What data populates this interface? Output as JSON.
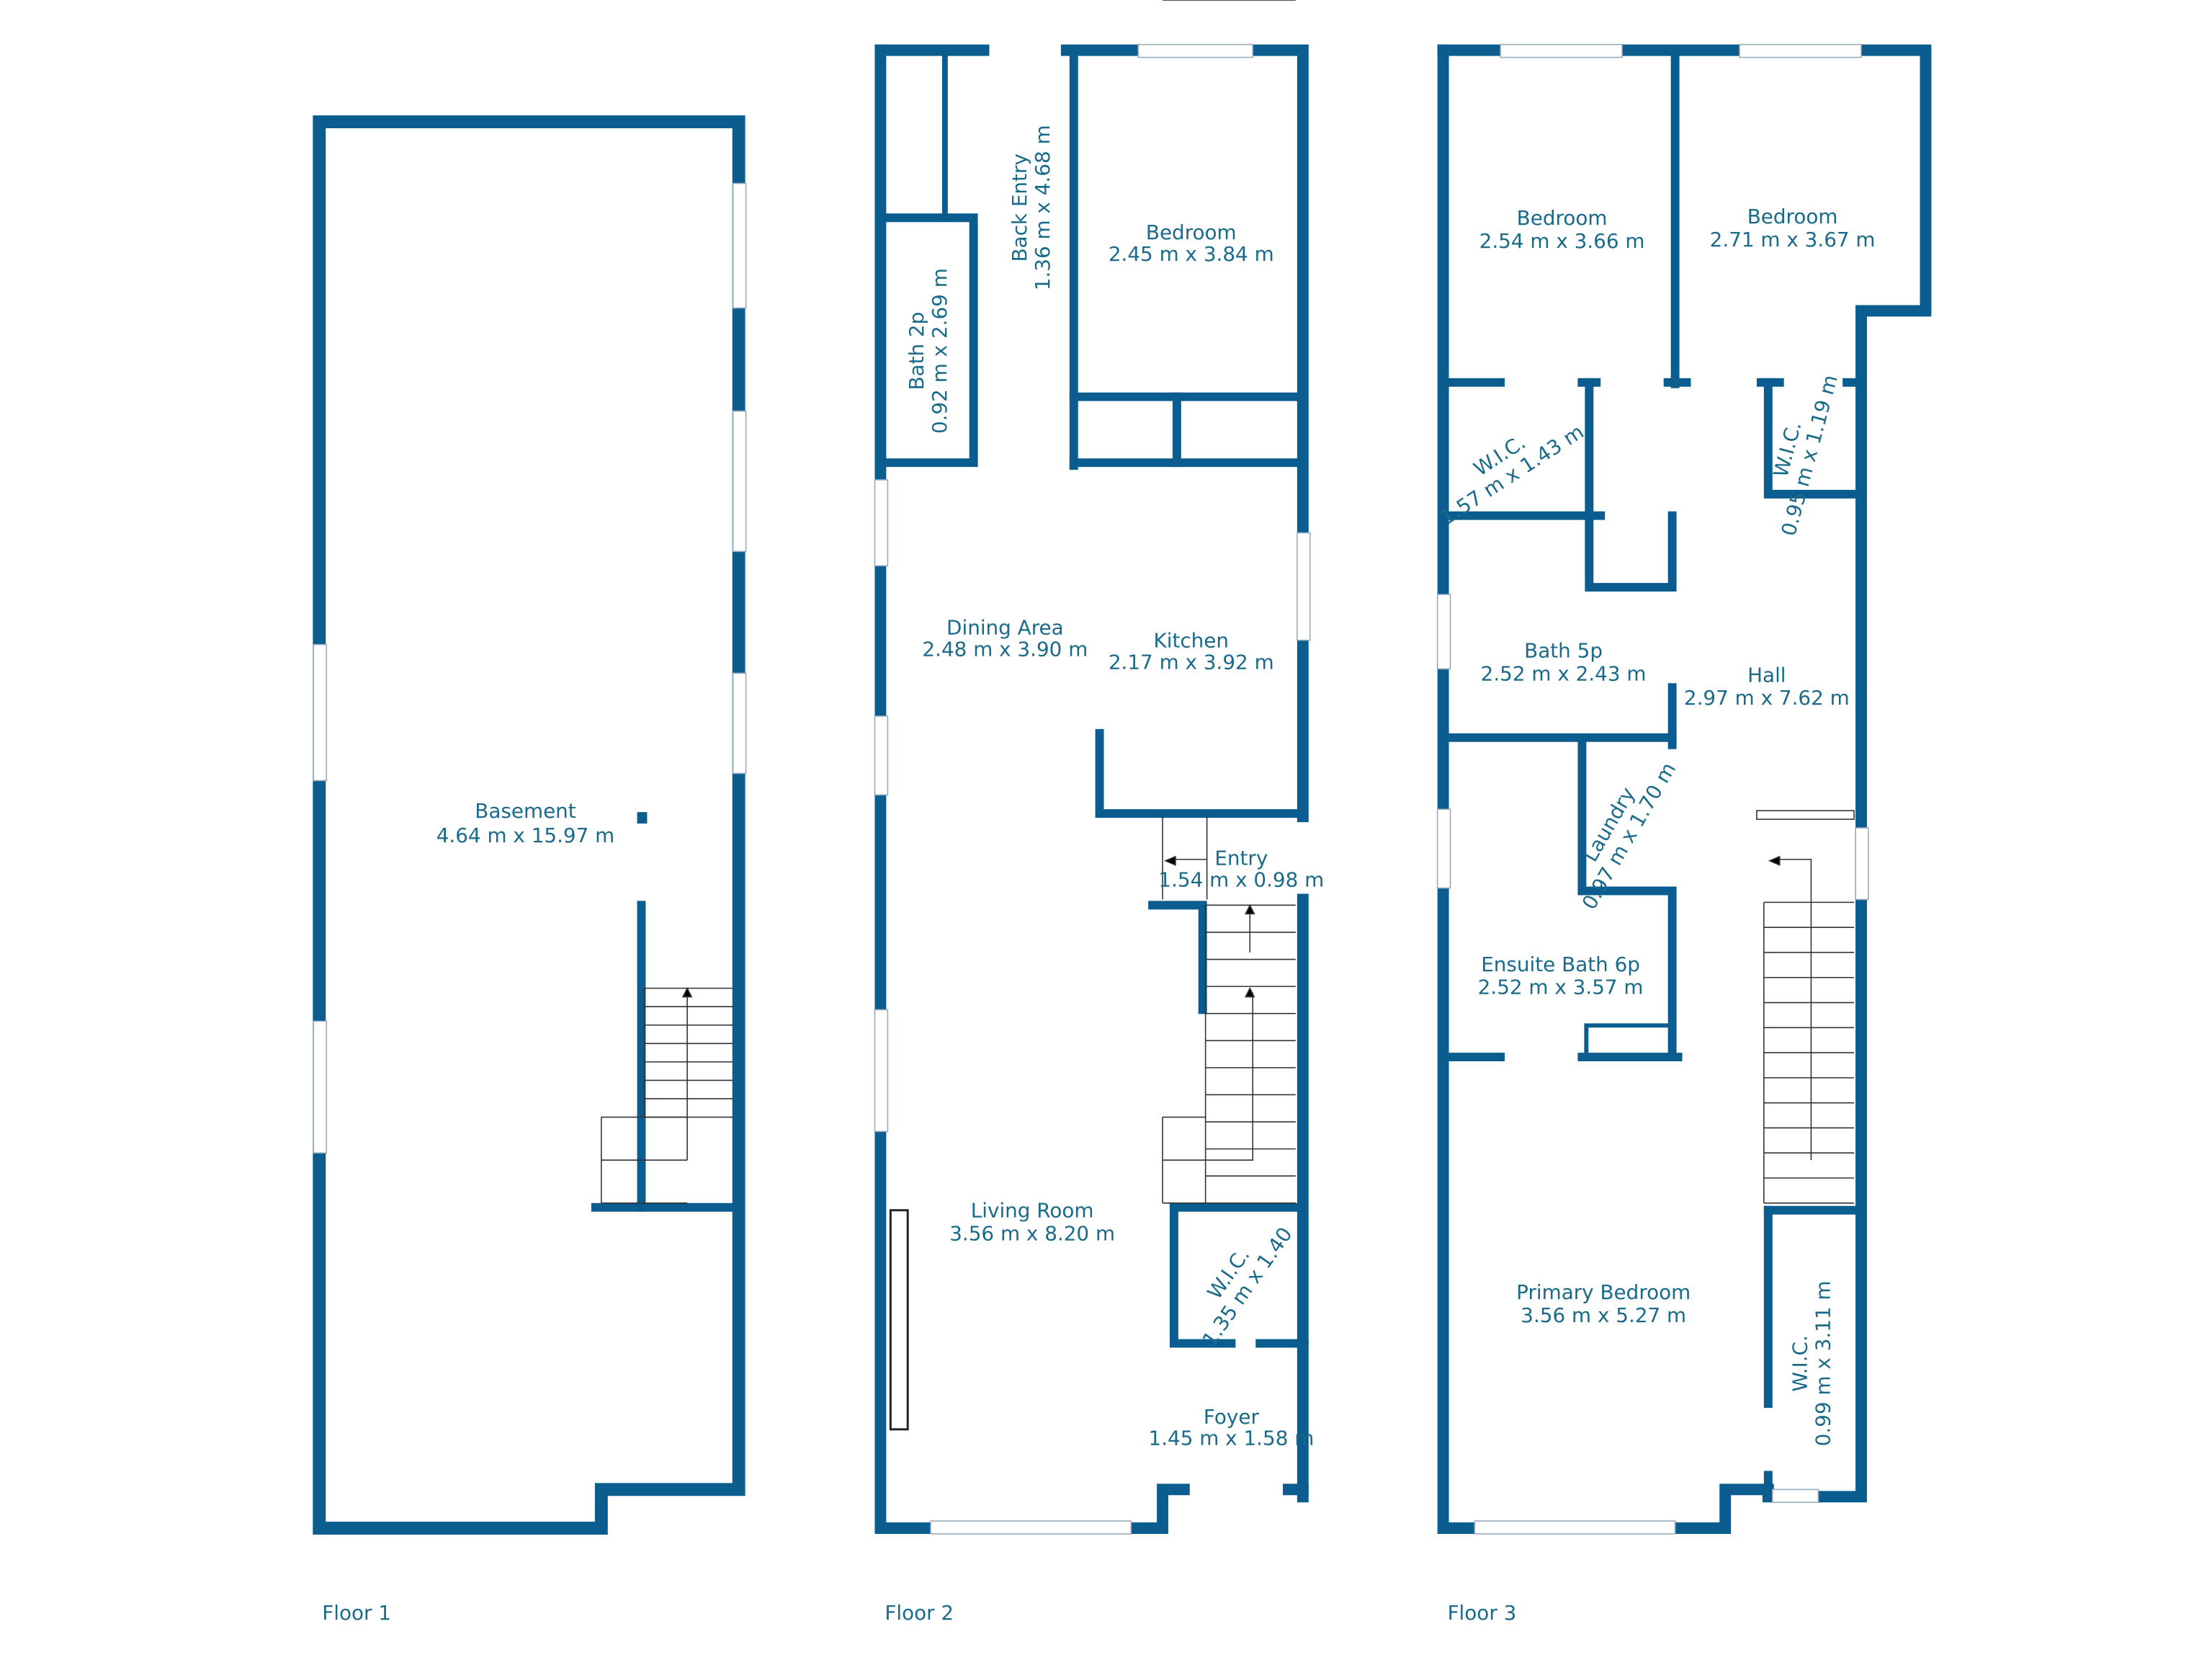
{
  "colors": {
    "wall": "#0b5d8f",
    "text": "#1a6a8a",
    "window": "#ffffff"
  },
  "floors": [
    {
      "label": "Floor 1",
      "rooms": [
        {
          "name": "Basement",
          "dims": "4.64 m x 15.97 m"
        }
      ]
    },
    {
      "label": "Floor 2",
      "rooms": [
        {
          "name": "Back Entry",
          "dims": "1.36 m x 4.68 m"
        },
        {
          "name": "Bedroom",
          "dims": "2.45 m x 3.84 m"
        },
        {
          "name": "Bath 2p",
          "dims": "0.92 m x 2.69 m"
        },
        {
          "name": "Dining Area",
          "dims": "2.48 m x 3.90 m"
        },
        {
          "name": "Kitchen",
          "dims": "2.17 m x 3.92 m"
        },
        {
          "name": "Entry",
          "dims": "1.54 m x 0.98 m"
        },
        {
          "name": "Living Room",
          "dims": "3.56 m x 8.20 m"
        },
        {
          "name": "W.I.C.",
          "dims": "1.35 m x 1.40"
        },
        {
          "name": "Foyer",
          "dims": "1.45 m x 1.58 m"
        }
      ]
    },
    {
      "label": "Floor 3",
      "rooms": [
        {
          "name": "Bedroom",
          "dims": "2.54 m x 3.66 m"
        },
        {
          "name": "Bedroom",
          "dims": "2.71 m x 3.67 m"
        },
        {
          "name": "W.I.C.",
          "dims": "1.57 m x 1.43 m"
        },
        {
          "name": "W.I.C.",
          "dims": "0.95 m x 1.19 m"
        },
        {
          "name": "Bath 5p",
          "dims": "2.52 m x 2.43 m"
        },
        {
          "name": "Hall",
          "dims": "2.97 m x 7.62 m"
        },
        {
          "name": "Laundry",
          "dims": "0.97 m x 1.70 m"
        },
        {
          "name": "Ensuite Bath 6p",
          "dims": "2.52 m x 3.57 m"
        },
        {
          "name": "Primary Bedroom",
          "dims": "3.56 m x 5.27 m"
        },
        {
          "name": "W.I.C.",
          "dims": "0.99 m x 3.11 m"
        }
      ]
    }
  ]
}
